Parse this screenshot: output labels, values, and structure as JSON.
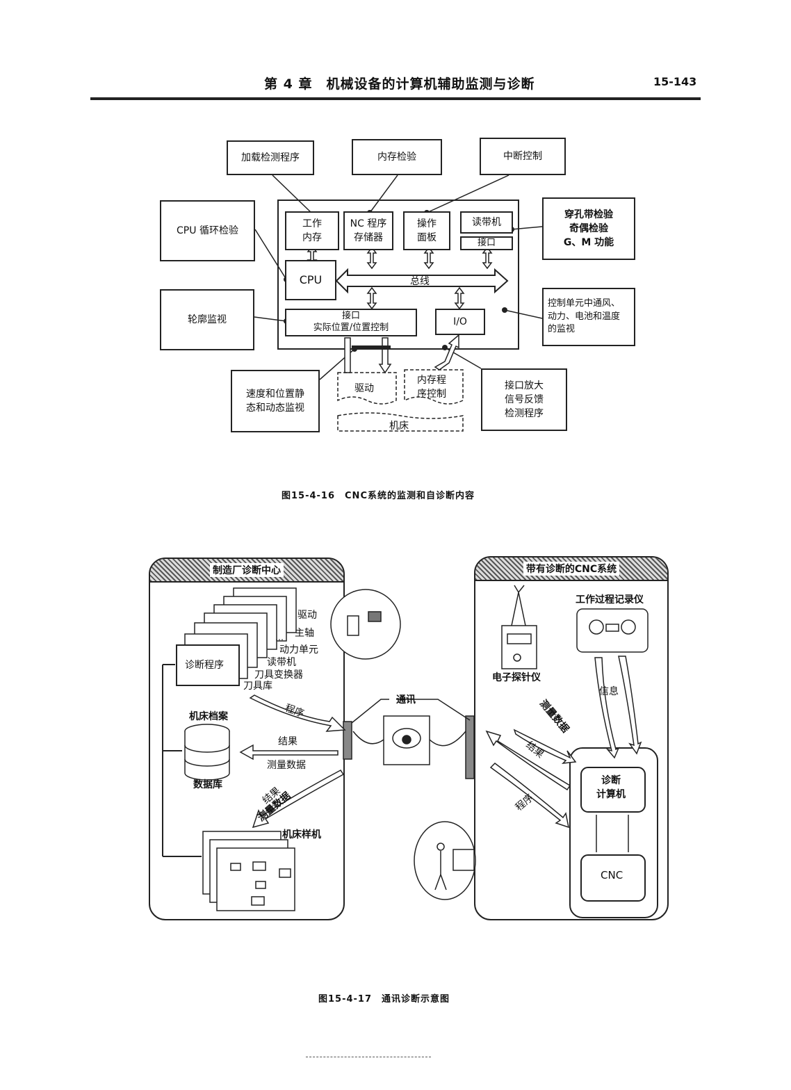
{
  "header": {
    "chapter_title": "第 4 章　机械设备的计算机辅助监测与诊断",
    "page_number": "15-143"
  },
  "figure16": {
    "caption": "图15-4-16　CNC系统的监测和自诊断内容",
    "outer": {
      "load_check": "加载检测程序",
      "memory_check": "内存检验",
      "interrupt_control": "中断控制",
      "cpu_cycle_check": "CPU 循环检验",
      "contour_monitor": "轮廓监视",
      "tape_check": [
        "穿孔带检验",
        "奇偶检验",
        "G、M 功能"
      ],
      "unit_monitor": [
        "控制单元中通风、",
        "动力、电池和温度",
        "的监视"
      ],
      "speed_position_monitor": [
        "速度和位置静",
        "态和动态监视"
      ],
      "interface_amp_check": [
        "接口放大",
        "信号反馈",
        "检测程序"
      ]
    },
    "inner": {
      "work_memory": [
        "工作",
        "内存"
      ],
      "nc_program_memory": [
        "NC 程序",
        "存储器"
      ],
      "operation_panel": [
        "操作",
        "面板"
      ],
      "tape_reader": "读带机",
      "interface_small": "接口",
      "cpu": "CPU",
      "bus": "总线",
      "position_interface": [
        "接口",
        "实际位置/位置控制"
      ],
      "io": "I/O"
    },
    "bottom": {
      "drive": "驱动",
      "memory_program_control": [
        "内存程",
        "序控制"
      ],
      "machine_tool": "机床"
    }
  },
  "figure17": {
    "caption": "图15-4-17　通讯诊断示意图",
    "left_panel_title": "制造厂诊断中心",
    "right_panel_title": "带有诊断的CNC系统",
    "diagnostic_program": "诊断程序",
    "program_stack_labels": [
      "驱动",
      "主轴",
      "…",
      "动力单元",
      "读带机",
      "刀具变换器",
      "刀具库"
    ],
    "machine_archive": "机床档案",
    "database": "数据库",
    "sample_machine": "机床样机",
    "communication": "通讯",
    "arrows_left": {
      "program": "程序",
      "result": "结果",
      "measured_data": "测量数据",
      "result2": "结果",
      "measured_data2": "测量数据"
    },
    "arrows_right": {
      "measured_data": "测量数据",
      "result": "结果",
      "program": "程序",
      "info": "信息"
    },
    "electronic_probe": "电子探针仪",
    "process_recorder": "工作过程记录仪",
    "diagnostic_computer": [
      "诊断",
      "计算机"
    ],
    "cnc": "CNC"
  },
  "colors": {
    "ink": "#222222",
    "paper": "#ffffff"
  }
}
